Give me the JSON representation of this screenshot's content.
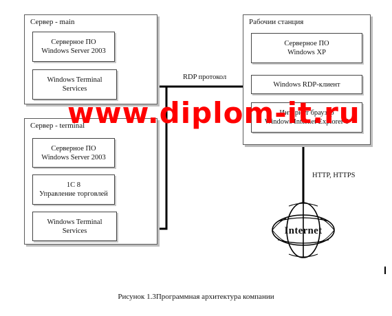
{
  "server_main": {
    "title": "Сервер - main",
    "software": [
      "Серверное ПО",
      "Windows Server 2003"
    ],
    "terminal_services": [
      "Windows Terminal",
      "Services"
    ]
  },
  "server_terminal": {
    "title": "Сервер - terminal",
    "software": [
      "Серверное ПО",
      "Windows Server 2003"
    ],
    "app": [
      "1С 8",
      "Управление торговлей"
    ],
    "terminal_services": [
      "Windows Terminal",
      "Services"
    ]
  },
  "workstation": {
    "title": "Рабочии станция",
    "software": [
      "Серверное ПО",
      "Windows XP"
    ],
    "rdp_client": "Windows RDP-клиент",
    "browser": [
      "Интернет браузер",
      "Windows Internet Explorer 8"
    ]
  },
  "links": {
    "rdp_label": "RDP протокол",
    "http_label": "HTTP, HTTPS"
  },
  "internet": {
    "label": "Internet"
  },
  "watermark": {
    "text": "www.diplom-it.ru",
    "color": "#ff0000"
  },
  "caption": "Рисунок 1.3Программная архитектура компании"
}
